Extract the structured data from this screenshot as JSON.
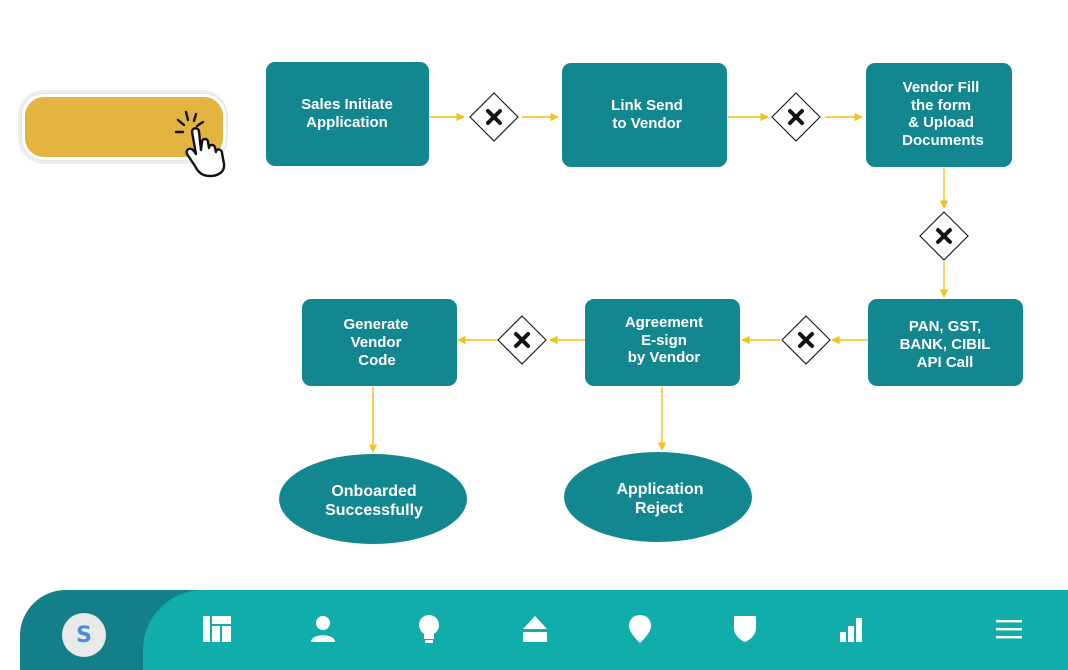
{
  "flow": {
    "sales_initiate": [
      "Sales Initiate",
      "Application"
    ],
    "link_send": [
      "Link Send",
      "to Vendor"
    ],
    "vendor_fill": [
      "Vendor Fill",
      "the form",
      "& Upload",
      "Documents"
    ],
    "api_call": [
      "PAN, GST,",
      "BANK, CIBIL",
      "API Call"
    ],
    "agreement": [
      "Agreement",
      "E-sign",
      "by Vendor"
    ],
    "generate": [
      "Generate",
      "Vendor",
      "Code"
    ],
    "onboarded": [
      "Onboarded",
      "Successfully"
    ],
    "reject": [
      "Application",
      "Reject"
    ]
  },
  "nav": {
    "logo_letter": "S",
    "icons": [
      "dashboard-icon",
      "user-icon",
      "bulb-icon",
      "upload-icon",
      "location-pin-icon",
      "shield-icon",
      "bar-chart-icon",
      "menu-icon"
    ]
  },
  "colors": {
    "node": "#12878f",
    "connector": "#f5c21b",
    "button": "#e4b441",
    "nav_bar": "#10adab",
    "nav_dark": "#138089",
    "logo_letter": "#4a8edb"
  }
}
